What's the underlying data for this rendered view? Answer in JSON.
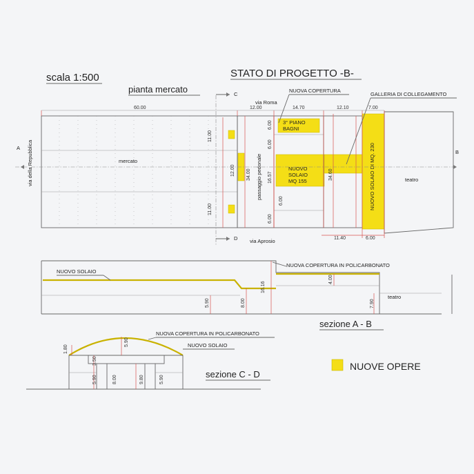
{
  "header": {
    "scale": "scala 1:500",
    "title": "STATO DI PROGETTO -B-",
    "plan_title": "pianta mercato"
  },
  "plan": {
    "labels": {
      "nuova_copertura": "NUOVA COPERTURA",
      "galleria": "GALLERIA DI COLLEGAMENTO",
      "via_roma": "via Roma",
      "via_aprosio": "via Aprosio",
      "via_repubblica": "via della Repubblica",
      "mercato": "mercato",
      "passaggio": "passaggio pedonale",
      "teatro": "teatro",
      "piano_bagni_1": "3° PIANO",
      "piano_bagni_2": "BAGNI",
      "nuovo_solaio_1": "NUOVO",
      "nuovo_solaio_2": "SOLAIO",
      "nuovo_solaio_3": "MQ 155",
      "nuovo_solaio_230": "NUOVO SOLAIO DI MQ. 230",
      "sec_a": "A",
      "sec_b": "B",
      "sec_c": "C",
      "sec_d": "D"
    },
    "dims_top": [
      "60.00",
      "12.00",
      "14.70",
      "12.10",
      "7.00"
    ],
    "dims_bottom": [
      "11.40",
      "6.00"
    ],
    "dims_vertical": {
      "d11a": "11.00",
      "d12": "12.00",
      "d11b": "11.00",
      "d34a": "34.00",
      "d6a": "6.00",
      "d6b": "6.00",
      "d1657": "16.57",
      "d6c": "6.00",
      "d6d": "6.00",
      "d346": "34.60"
    }
  },
  "section_ab": {
    "title": "sezione A - B",
    "nuovo_solaio": "NUOVO SOLAIO",
    "copertura": "NUOVA COPERTURA IN POLICARBONATO",
    "teatro": "teatro",
    "dims": {
      "d590": "5.90",
      "d800": "8.00",
      "d1616": "16.16",
      "d400": "4.00",
      "d790": "7.90"
    }
  },
  "section_cd": {
    "title": "sezione C - D",
    "copertura": "NUOVA COPERTURA IN POLICARBONATO",
    "nuovo_solaio": "NUOVO SOLAIO",
    "dims": {
      "d180": "1.80",
      "d590a": "5.90",
      "d350": "3.50",
      "d590b": "5.90",
      "d800": "8.00",
      "d980": "9.80",
      "d590c": "5.90"
    }
  },
  "legend": {
    "label": "NUOVE OPERE",
    "color": "#f4de16"
  }
}
